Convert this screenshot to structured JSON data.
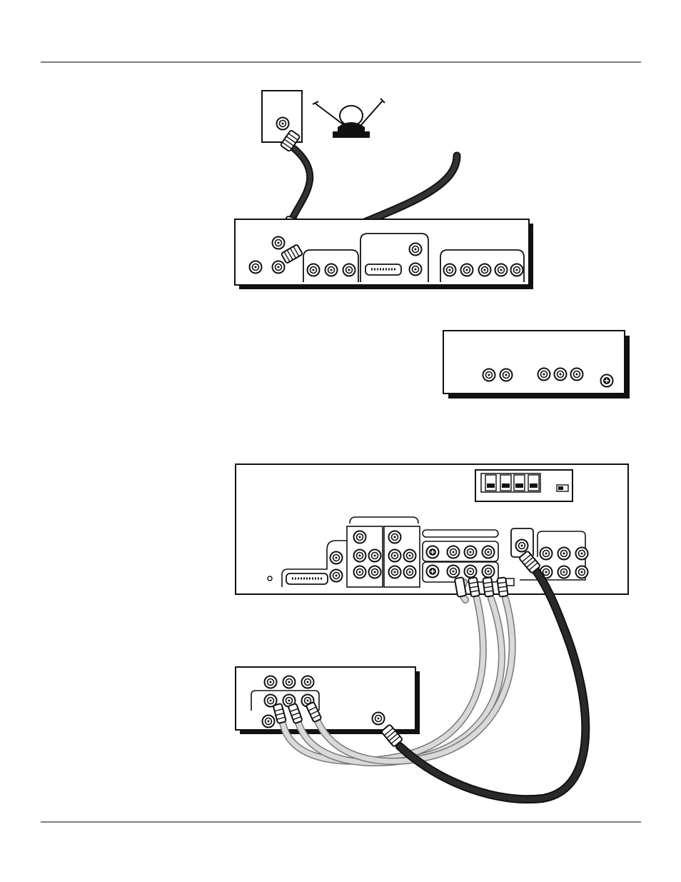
{
  "page": {
    "rule_color": "#555555",
    "ink_color": "#111111",
    "cable_dark": "#1a1a1a",
    "cable_light": "#bdbdbd"
  },
  "diagram": {
    "components": [
      {
        "id": "wall-antenna-jack",
        "icon": "wall-plate-coax-jack"
      },
      {
        "id": "rabbit-ear-antenna",
        "icon": "indoor-antenna"
      },
      {
        "id": "source-device-rear",
        "icon": "rear-panel-jacks"
      },
      {
        "id": "small-device-rear",
        "icon": "rear-panel-jacks"
      },
      {
        "id": "tv-rear-panel",
        "icon": "rear-panel-jacks"
      },
      {
        "id": "vcr-rear-panel",
        "icon": "rear-panel-jacks"
      }
    ],
    "cables": [
      {
        "id": "wall-to-source",
        "type": "coax",
        "color": "dark"
      },
      {
        "id": "source-out-cable",
        "type": "coax",
        "color": "dark"
      },
      {
        "id": "vcr-to-tv-av",
        "type": "rca-trio",
        "color": "light"
      },
      {
        "id": "vcr-to-tv-coax",
        "type": "coax",
        "color": "dark"
      }
    ]
  }
}
